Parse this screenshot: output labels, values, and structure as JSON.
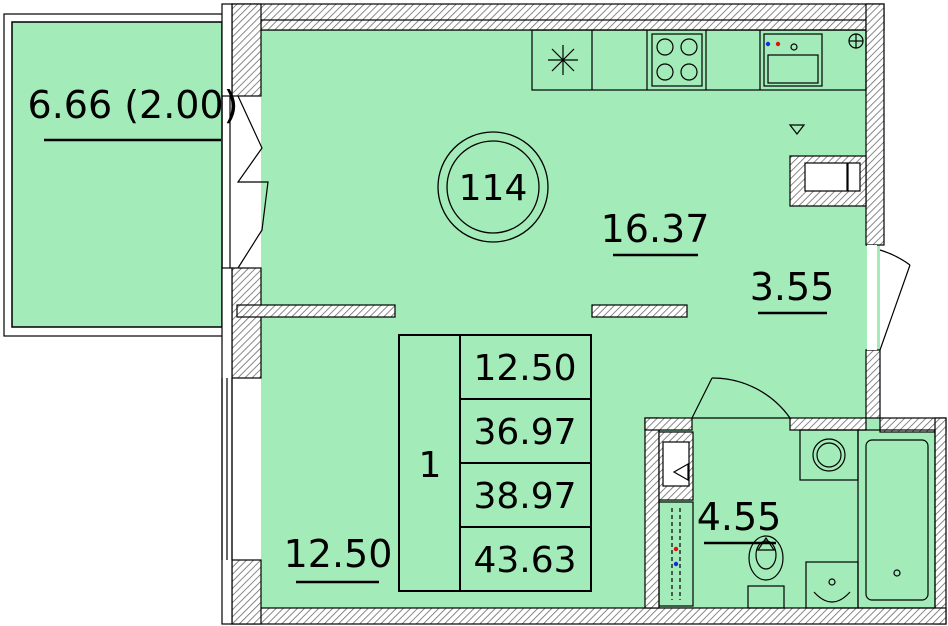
{
  "unit_number": "114",
  "balcony": {
    "area": "6.66 (2.00)"
  },
  "rooms": {
    "kitchen_living": "16.37",
    "hallway": "3.55",
    "bedroom": "12.50",
    "bathroom": "4.55"
  },
  "summary": {
    "rooms_count": "1",
    "values": [
      "12.50",
      "36.97",
      "38.97",
      "43.63"
    ]
  },
  "colors": {
    "floor": "#a3ebb8",
    "wall_hatch": "#7a7a7a",
    "line": "#000000",
    "pipe_red": "#e01010",
    "pipe_blue": "#1030e0"
  }
}
